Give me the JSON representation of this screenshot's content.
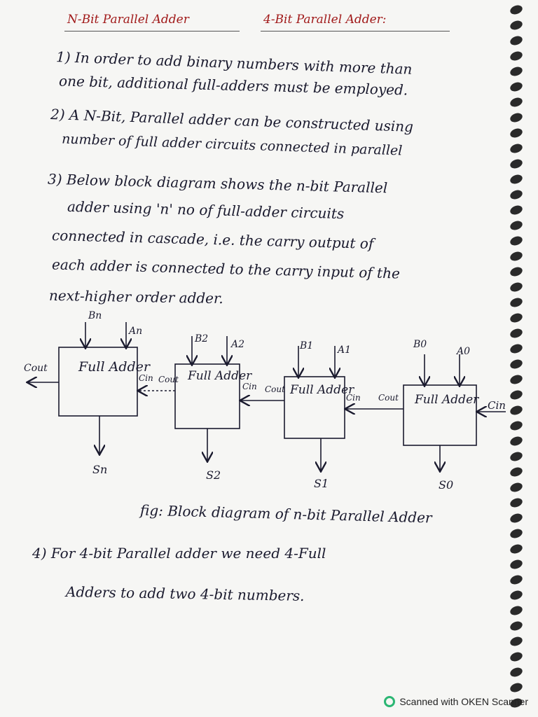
{
  "heading": {
    "left": "N-Bit Parallel Adder",
    "right": "4-Bit Parallel Adder:"
  },
  "points": [
    "1) In order to add binary numbers with more than",
    "one bit, additional full-adders must be employed.",
    "2) A N-Bit, Parallel adder can be constructed using",
    "number of full adder circuits connected in parallel",
    "3) Below block diagram shows the n-bit Parallel",
    "adder using 'n' no of full-adder circuits",
    "connected in cascade, i.e. the carry output of",
    "each adder is connected to the carry input of the",
    "next-higher order adder."
  ],
  "diagram": {
    "blocks": [
      {
        "label": "Full Adder",
        "a": "An",
        "b": "Bn",
        "sum": "Sn",
        "cin": "Cin",
        "cout": "Cout"
      },
      {
        "label": "Full Adder",
        "a": "A2",
        "b": "B2",
        "sum": "S2",
        "cin": "Cin",
        "cout": "Cout"
      },
      {
        "label": "Full Adder",
        "a": "A1",
        "b": "B1",
        "sum": "S1",
        "cin": "Cin",
        "cout": "Cout"
      },
      {
        "label": "Full Adder",
        "a": "A0",
        "b": "B0",
        "sum": "S0",
        "cin": "Cin",
        "cout": "Cout"
      }
    ],
    "left_out": "Cout",
    "right_in": "Cin"
  },
  "caption": "fig: Block diagram of n-bit Parallel Adder",
  "point4": {
    "line1": "4) For 4-bit Parallel adder we need 4-Full",
    "line2": "Adders to add two 4-bit numbers."
  },
  "scanner": "Scanned with OKEN Scanner",
  "colors": {
    "ink": "#1a1a2e",
    "heading_ink": "#a11a1a",
    "paper": "#f6f6f4",
    "logo": "#2bb673"
  }
}
